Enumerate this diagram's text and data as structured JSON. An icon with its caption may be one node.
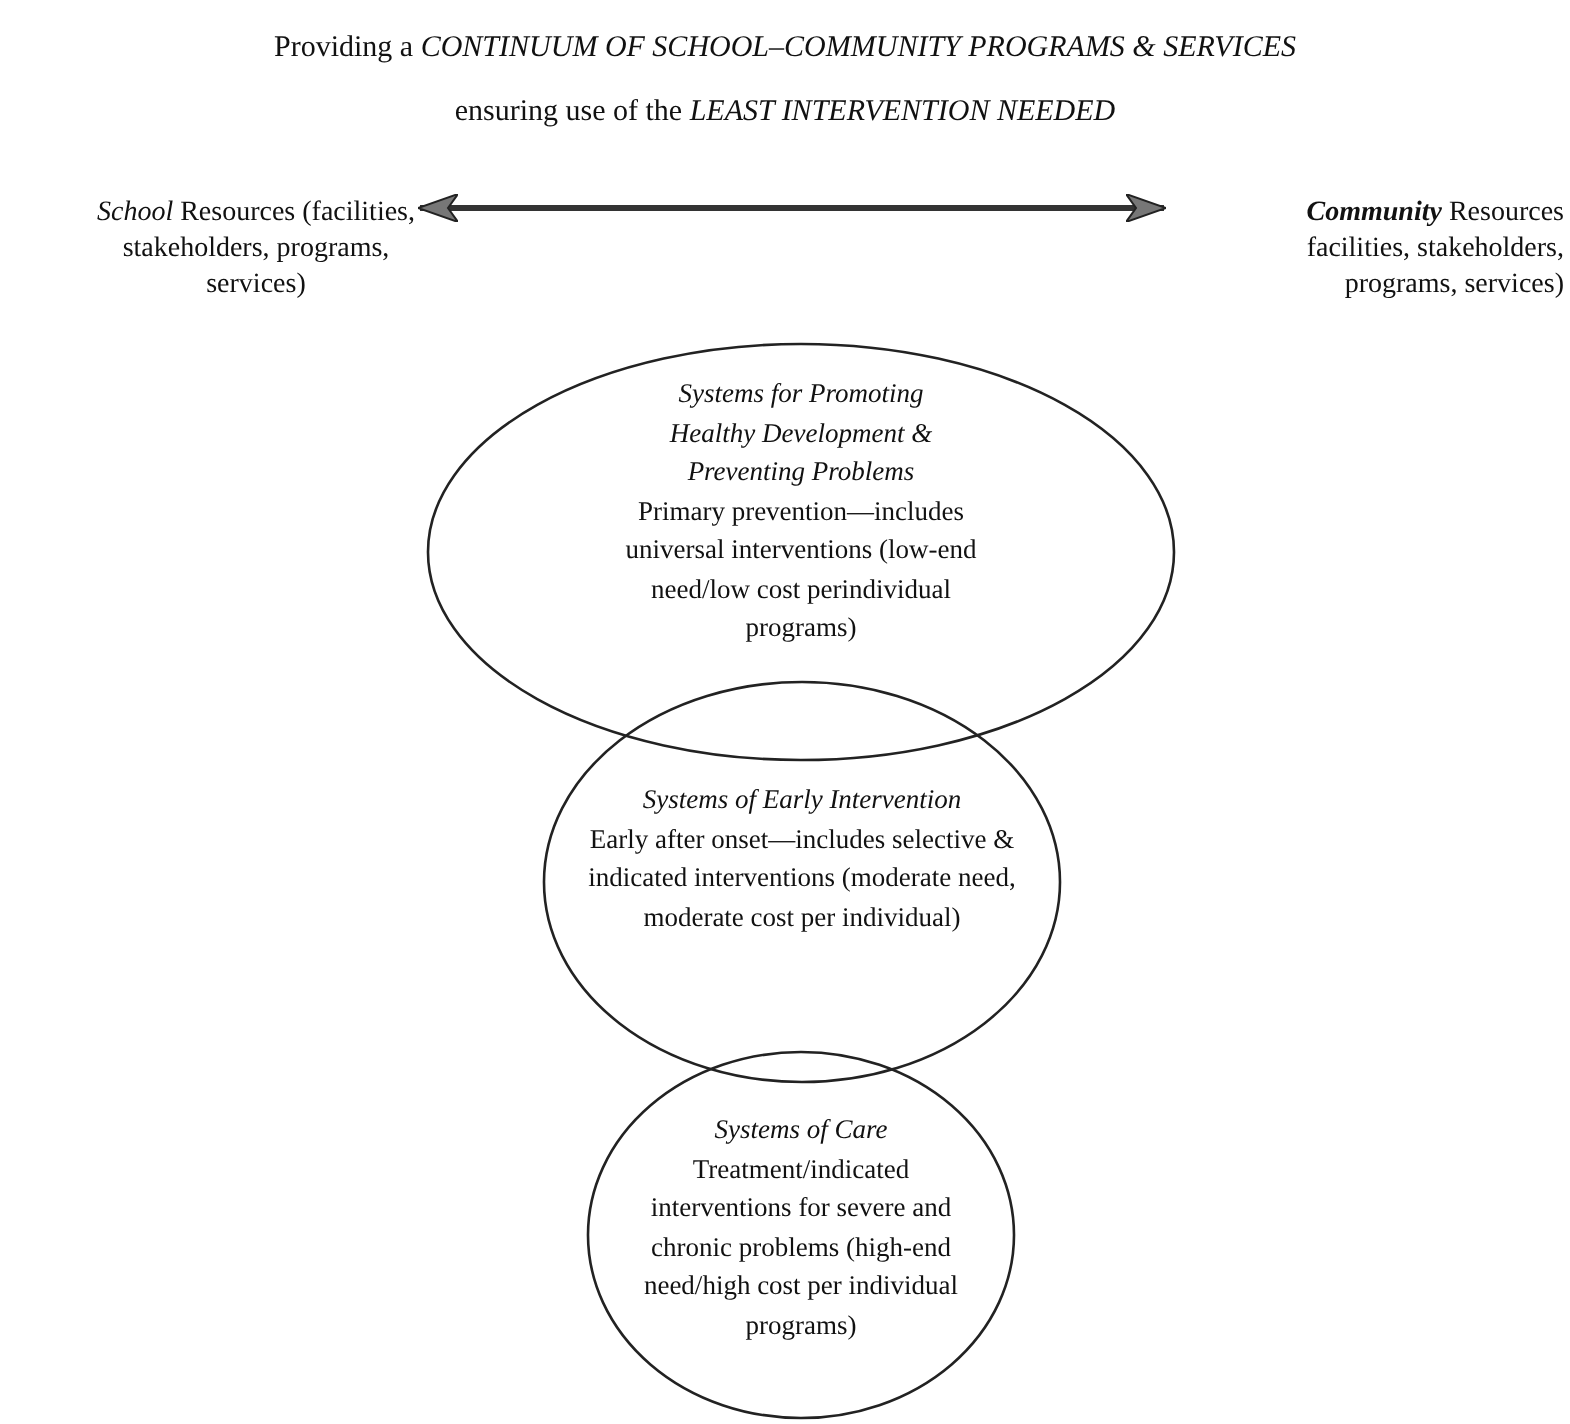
{
  "diagram": {
    "title": "Providing a *CONTINUUM OF SCHOOL–COMMUNITY PROGRAMS & SERVICES*",
    "nodes": [
      {
        "text": [
          "*School* Resources (facilities, stakeholders, programs, services)"
        ]
      },
      {
        "text": [
          "*Community* Resources facilities, stakeholders, programs, services)"
        ]
      },
      {
        "text": [
          "Systems for Promoting Healthy Development & Preventing Problems",
          "Primary prevention—includes universal interventions (low-end need/low cost perindividual programs)"
        ]
      },
      {
        "text": [
          "Systems of Early Intervention",
          "Early after onset—includes selective & indicated interventions (moderate need, moderate cost per individual)"
        ]
      },
      {
        "text": [
          "Systems of Care",
          "Treatment/indicated interventions for severe and chronic problems (high-end need/high cost per individual programs)"
        ]
      }
    ],
    "edges": [
      {
        "from": 0,
        "to": 1,
        "arrow": "both"
      }
    ],
    "labels": [
      "ensuring use of the *LEAST INTERVENTION NEEDED*"
    ]
  }
}
